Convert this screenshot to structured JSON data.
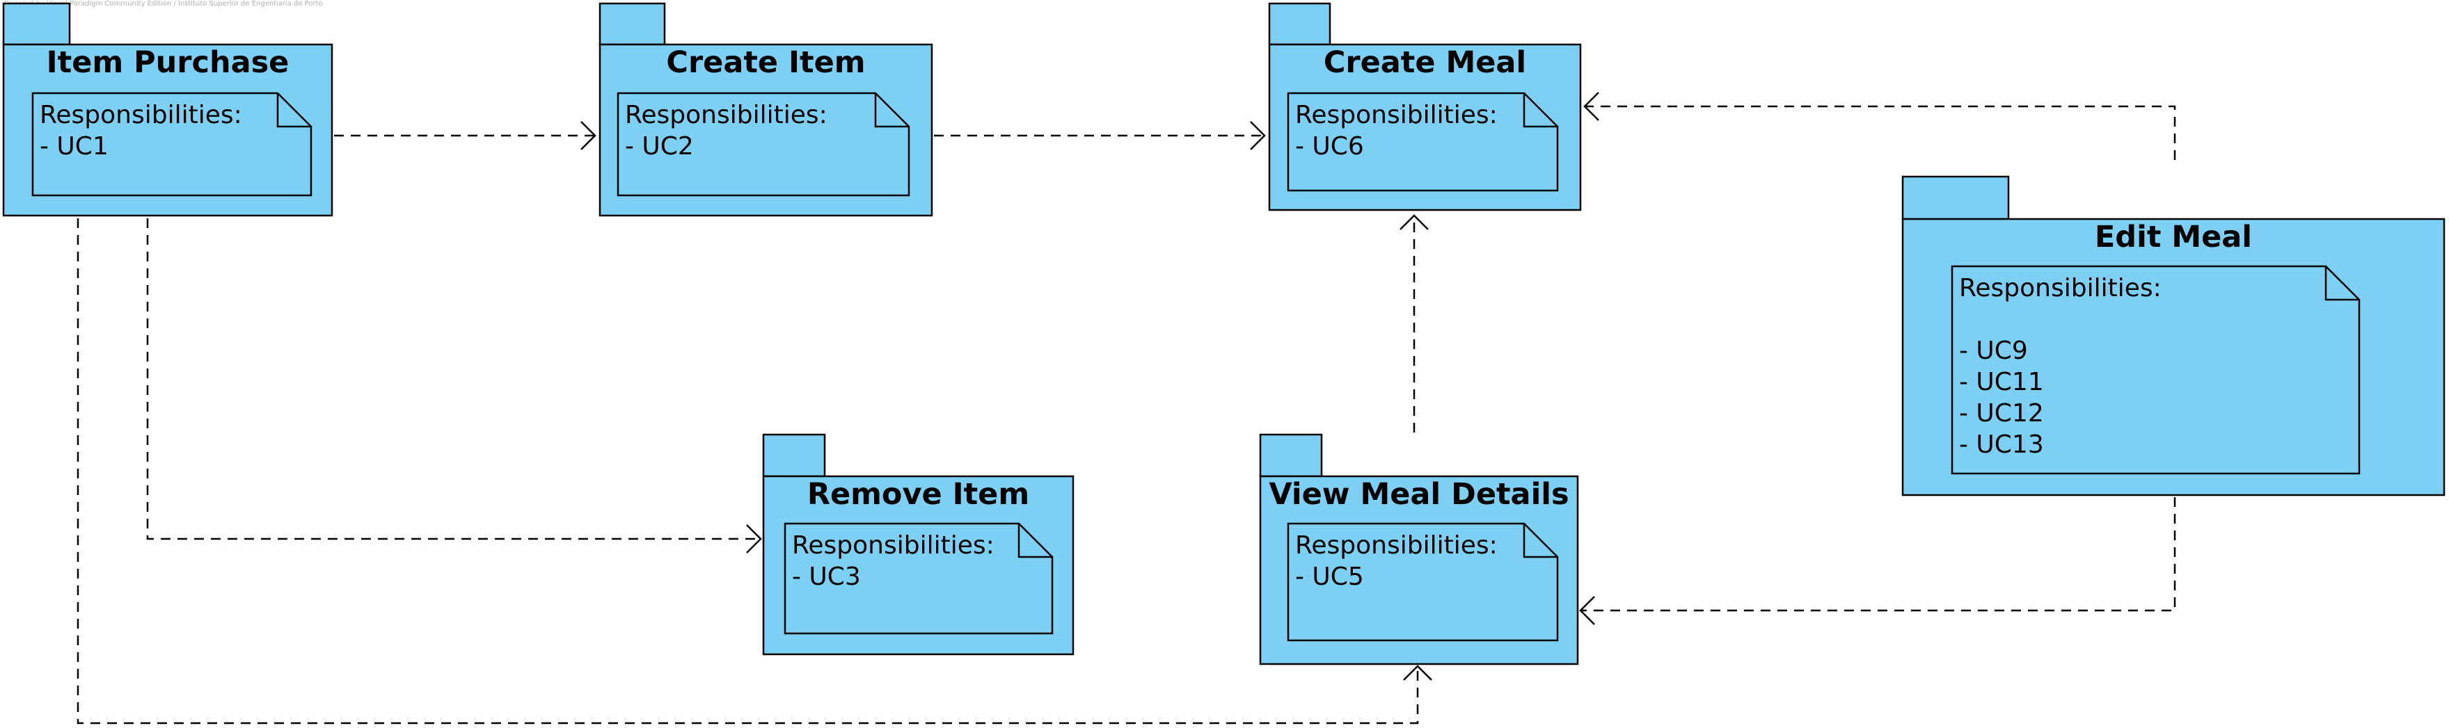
{
  "watermark": "Powered by Visual Paradigm Community Edition / Instituto Superior de Engenharia do Porto",
  "colors": {
    "package_fill": "#7ecff4",
    "stroke": "#000000"
  },
  "packages": [
    {
      "id": "item-purchase",
      "title": "Item Purchase",
      "note_lines": [
        "Responsibilities:",
        "- UC1"
      ]
    },
    {
      "id": "create-item",
      "title": "Create Item",
      "note_lines": [
        "Responsibilities:",
        "- UC2"
      ]
    },
    {
      "id": "create-meal",
      "title": "Create Meal",
      "note_lines": [
        "Responsibilities:",
        "- UC6"
      ]
    },
    {
      "id": "edit-meal",
      "title": "Edit Meal",
      "note_lines": [
        "Responsibilities:",
        "",
        "- UC9",
        "- UC11",
        "- UC12",
        "- UC13"
      ]
    },
    {
      "id": "remove-item",
      "title": "Remove Item",
      "note_lines": [
        "Responsibilities:",
        "- UC3"
      ]
    },
    {
      "id": "view-meal-details",
      "title": "View Meal Details",
      "note_lines": [
        "Responsibilities:",
        "- UC5"
      ]
    }
  ],
  "dependencies": [
    {
      "from": "item-purchase",
      "to": "create-item"
    },
    {
      "from": "create-item",
      "to": "create-meal"
    },
    {
      "from": "edit-meal",
      "to": "create-meal"
    },
    {
      "from": "view-meal-details",
      "to": "create-meal"
    },
    {
      "from": "edit-meal",
      "to": "view-meal-details"
    },
    {
      "from": "item-purchase",
      "to": "remove-item"
    },
    {
      "from": "item-purchase",
      "to": "view-meal-details"
    }
  ]
}
